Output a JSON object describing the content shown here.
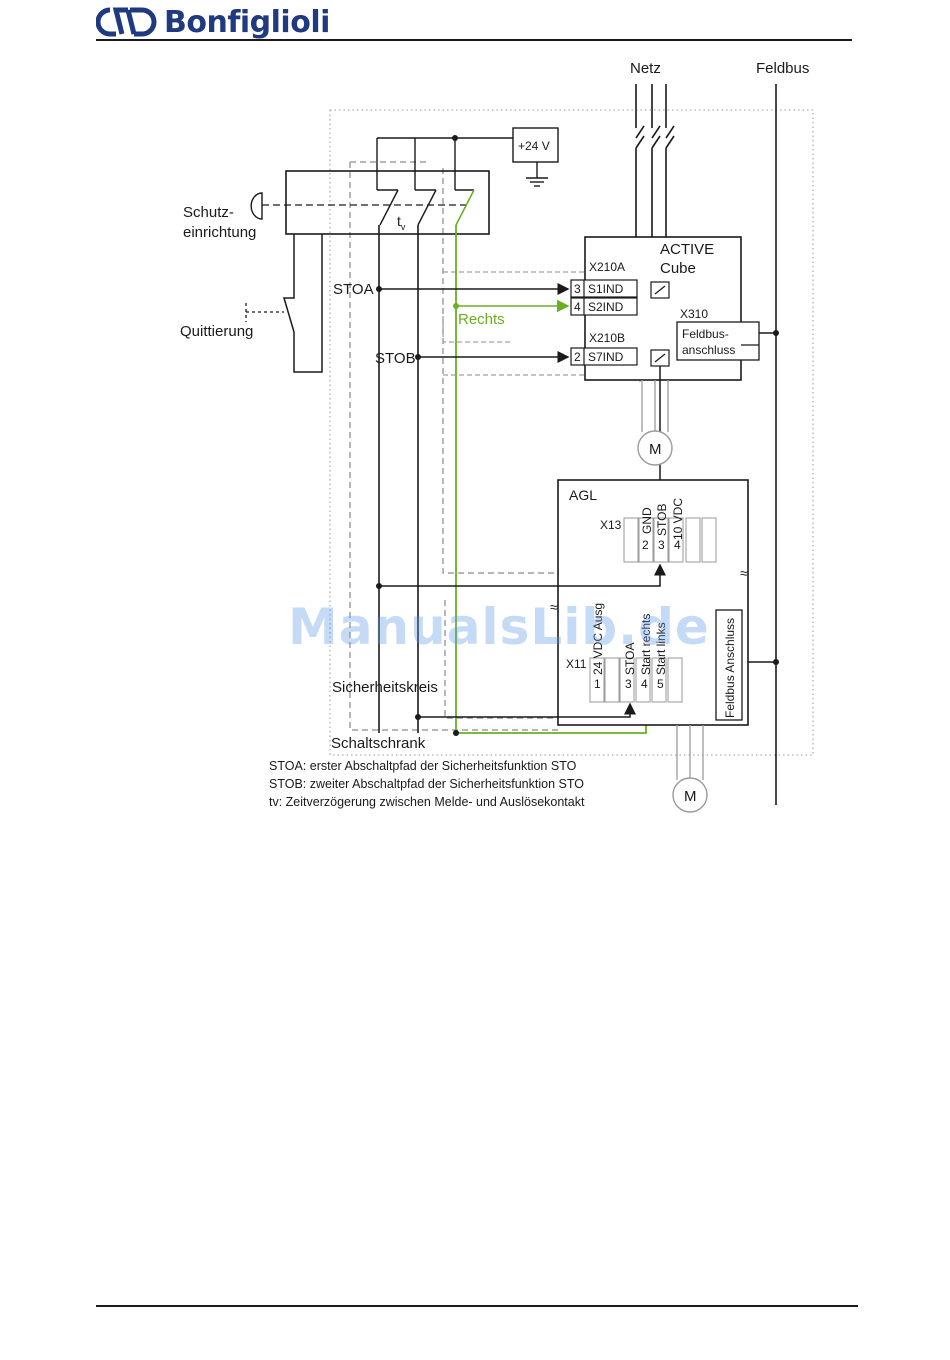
{
  "header": {
    "brand": "Bonfiglioli"
  },
  "diagram": {
    "labels": {
      "netz": "Netz",
      "feldbus": "Feldbus",
      "supply": "+24 V",
      "schutz_1": "Schutz-",
      "schutz_2": "einrichtung",
      "tv": "t",
      "tv_sub": "v",
      "quittierung": "Quittierung",
      "stoa": "STOA",
      "stob": "STOB",
      "rechts": "Rechts",
      "active_1": "ACTIVE",
      "active_2": "Cube",
      "x210a": "X210A",
      "x210b": "X210B",
      "x310": "X310",
      "pin3": "3",
      "pin4": "4",
      "pin2": "2",
      "s1ind": "S1IND",
      "s2ind": "S2IND",
      "s7ind": "S7IND",
      "feldbus_box_1": "Feldbus-",
      "feldbus_box_2": "anschluss",
      "motor_1": "M",
      "motor_2": "M",
      "agl": "AGL",
      "x13": "X13",
      "x13_gnd": "GND",
      "x13_stob": "STOB",
      "x13_10vdc": "10 VDC",
      "x13_p2": "2",
      "x13_p3": "3",
      "x13_p4": "4",
      "x11": "X11",
      "x11_24vdc": "24 VDC Ausg",
      "x11_stoa": "STOA",
      "x11_start_rechts": "Start rechts",
      "x11_start_links": "Start links",
      "x11_p1": "1",
      "x11_p3": "3",
      "x11_p4": "4",
      "x11_p5": "5",
      "feldbus_anschluss": "Feldbus Anschluss",
      "sicherheitskreis": "Sicherheitskreis",
      "schaltschrank": "Schaltschrank"
    },
    "colors": {
      "line": "#1a1a1a",
      "green": "#6ab023",
      "dash": "#8a8a8a"
    }
  },
  "legend": [
    "STOA: erster Abschaltpfad der Sicherheitsfunktion STO",
    "STOB: zweiter Abschaltpfad der Sicherheitsfunktion STO",
    "tv: Zeitverzögerung zwischen Melde- und Auslösekontakt"
  ],
  "watermark": "ManualsLib.de"
}
